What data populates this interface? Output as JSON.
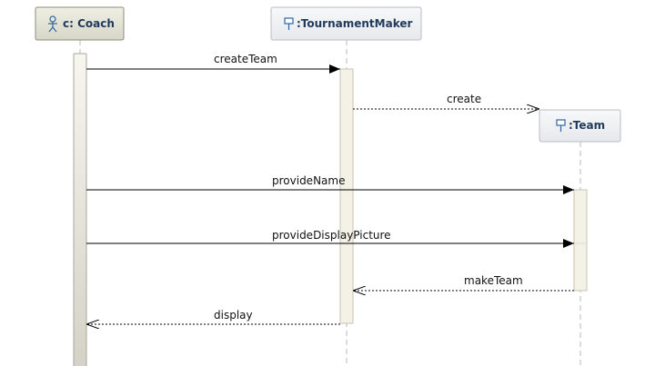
{
  "diagram": {
    "lifelines": [
      {
        "id": "coach",
        "label": "c: Coach",
        "kind": "actor",
        "icon": "actor-icon"
      },
      {
        "id": "tournament",
        "label": ":TournamentMaker",
        "kind": "class",
        "icon": "class-icon"
      },
      {
        "id": "team",
        "label": ":Team",
        "kind": "class",
        "icon": "class-icon"
      }
    ],
    "messages": [
      {
        "label": "createTeam",
        "from": "coach",
        "to": "tournament",
        "style": "sync"
      },
      {
        "label": "create",
        "from": "tournament",
        "to": "team",
        "style": "create"
      },
      {
        "label": "provideName",
        "from": "coach",
        "to": "team",
        "style": "sync"
      },
      {
        "label": "provideDisplayPicture",
        "from": "coach",
        "to": "team",
        "style": "sync"
      },
      {
        "label": "makeTeam",
        "from": "team",
        "to": "tournament",
        "style": "return"
      },
      {
        "label": "display",
        "from": "tournament",
        "to": "coach",
        "style": "return"
      }
    ],
    "colors": {
      "header_fill": "#eef0f2",
      "header_stroke": "#b9bec4",
      "actor_header_fill": "#e3e3d5",
      "actor_header_stroke": "#8d8d7d",
      "lifeline": "#c4c4c4",
      "activation_fill": "#f4f1e7",
      "activation_stroke": "#c9c3b0",
      "text": "#1f3a5a",
      "icon": "#2f63a6"
    }
  }
}
